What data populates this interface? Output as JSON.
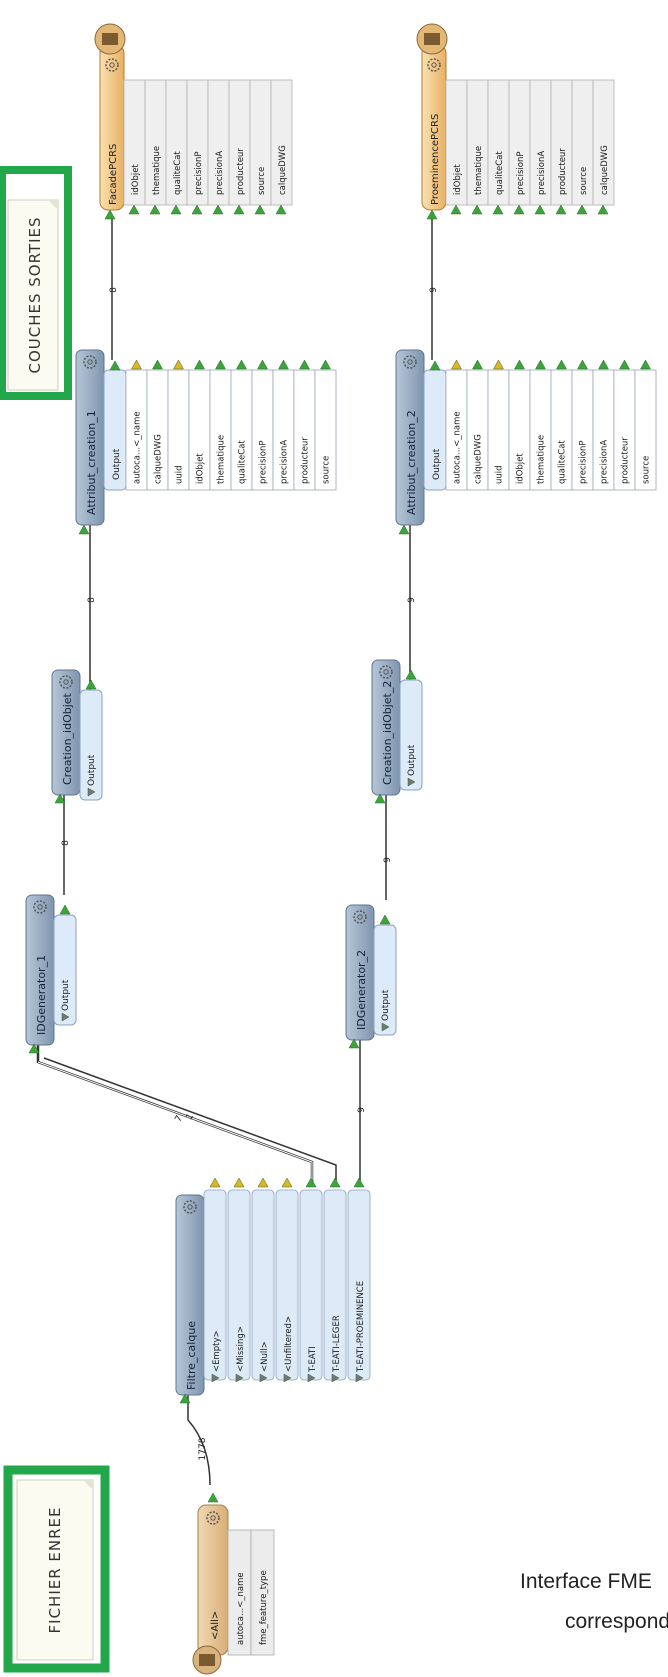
{
  "annotations": {
    "output_label": "COUCHES SORTIES",
    "input_label": "FICHIER ENREE"
  },
  "caption": {
    "line1": "Interface FME",
    "line2": "correspondant"
  },
  "colors": {
    "green_frame": "#22a84a",
    "transformer_header": "#8ea4bd",
    "port_fill": "#ddeaf8",
    "reader_fill": "#e8c79a",
    "writer_fill": "#f2c98a",
    "writer_attr_fill": "#e9e9e9",
    "port_triangle_green": "#3aa63a",
    "port_triangle_yellow": "#e2b424"
  },
  "reader": {
    "name": "<All>",
    "attributes": [
      "autoca...<_name",
      "fme_feature_type"
    ]
  },
  "filter": {
    "name": "Filtre_calque",
    "ports": [
      "<Empty>",
      "<Missing>",
      "<Null>",
      "<Unfiltered>",
      "T-EATI",
      "T-EATI-LEGER",
      "T-EATI-PROEMINENCE"
    ]
  },
  "transformers": {
    "idgen1": {
      "name": "IDGenerator_1",
      "port": "Output"
    },
    "idgen2": {
      "name": "IDGenerator_2",
      "port": "Output"
    },
    "creation1": {
      "name": "Creation_idObjet",
      "port": "Output"
    },
    "creation2": {
      "name": "Creation_idObjet_2",
      "port": "Output"
    },
    "attr1": {
      "name": "Attribut_creation_1",
      "port": "Output",
      "attributes": [
        "autoca...<_name",
        "calqueDWG",
        "uuid",
        "idObjet",
        "thematique",
        "qualiteCat",
        "precisionP",
        "precisionA",
        "producteur",
        "source"
      ]
    },
    "attr2": {
      "name": "Attribut_creation_2",
      "port": "Output",
      "attributes": [
        "autoca...<_name",
        "calqueDWG",
        "uuid",
        "idObjet",
        "thematique",
        "qualiteCat",
        "precisionP",
        "precisionA",
        "producteur",
        "source"
      ]
    }
  },
  "writers": {
    "facade": {
      "name": "FacadePCRS",
      "attributes": [
        "idObjet",
        "thematique",
        "qualiteCat",
        "precisionP",
        "precisionA",
        "producteur",
        "source",
        "calqueDWG"
      ]
    },
    "proeminence": {
      "name": "ProeminencePCRS",
      "attributes": [
        "idObjet",
        "thematique",
        "qualiteCat",
        "precisionP",
        "precisionA",
        "producteur",
        "source",
        "calqueDWG"
      ]
    }
  },
  "counts": {
    "reader_to_filter": "1778",
    "filter_to_idgen1_a": "7",
    "filter_to_idgen1_b": "1",
    "filter_to_idgen2": "9",
    "idgen1_to_creation1": "8",
    "creation1_to_attr1": "8",
    "attr1_to_facade": "8",
    "idgen2_to_creation2": "9",
    "creation2_to_attr2": "9",
    "attr2_to_proeminence": "9"
  }
}
